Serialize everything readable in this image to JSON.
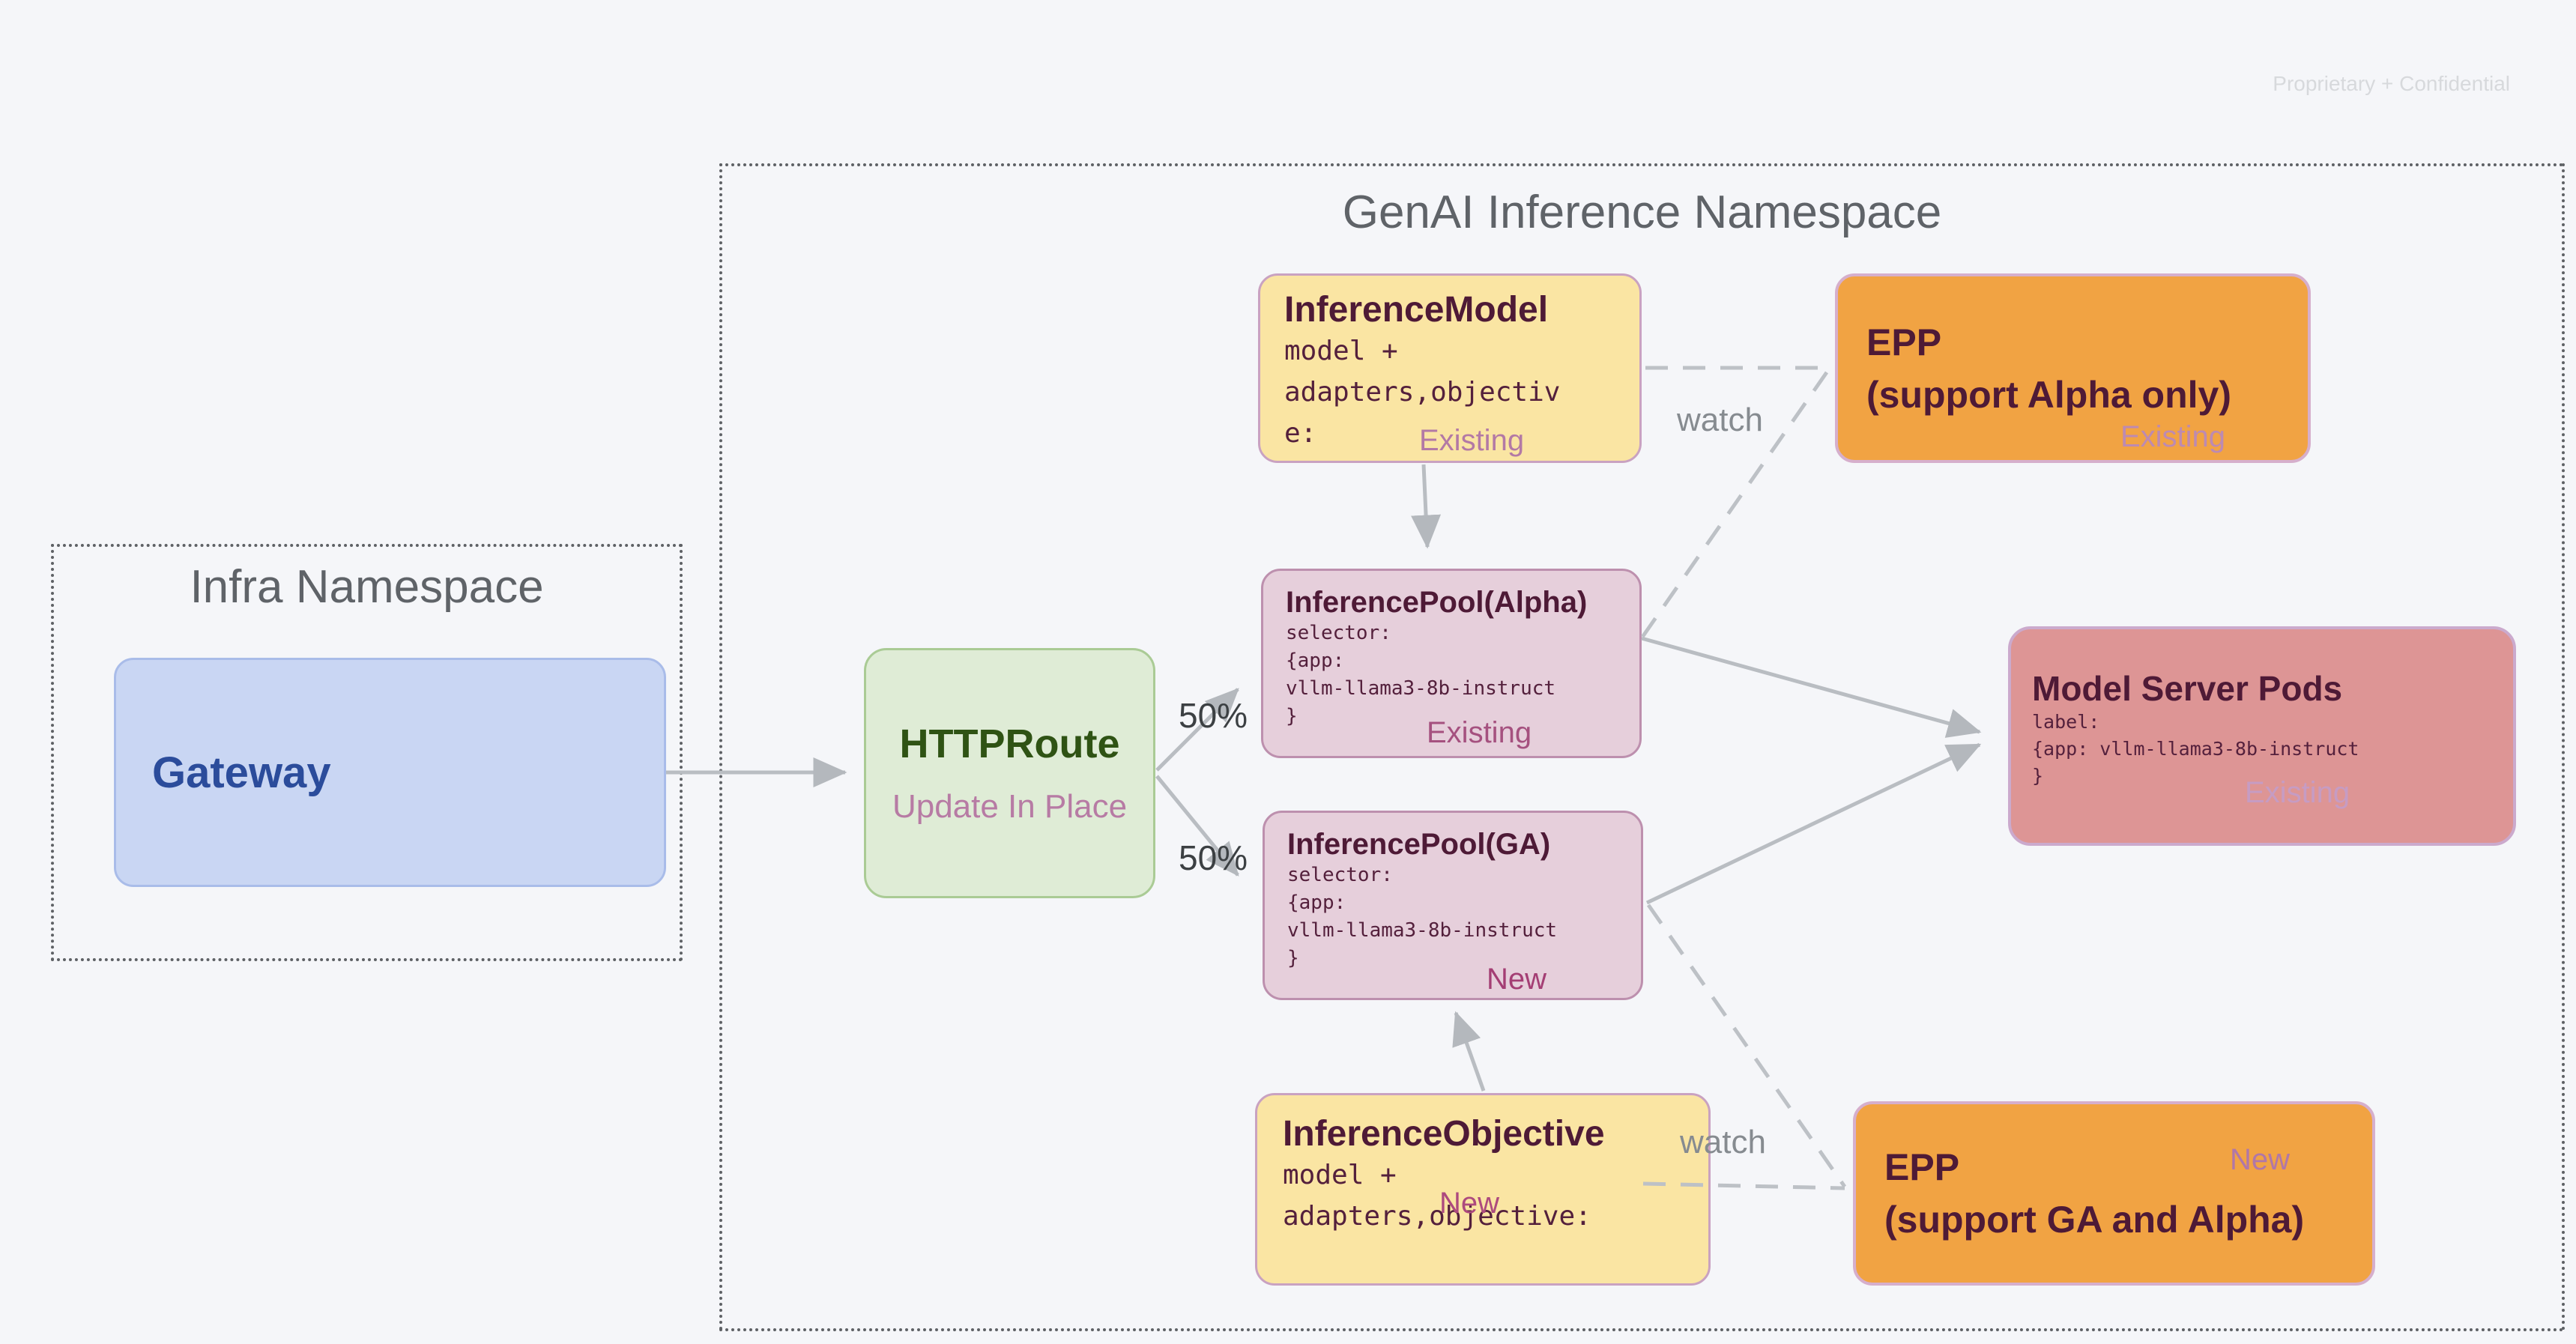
{
  "watermark": "Proprietary + Confidential",
  "namespaces": {
    "infra": {
      "title": "Infra Namespace"
    },
    "genai": {
      "title": "GenAI Inference Namespace"
    }
  },
  "nodes": {
    "gateway": {
      "title": "Gateway"
    },
    "httproute": {
      "title": "HTTPRoute",
      "subtitle": "Update In Place"
    },
    "inference_model": {
      "title": "InferenceModel",
      "code_lines": [
        "model +",
        "adapters,objectiv",
        "e:"
      ],
      "status": "Existing"
    },
    "epp_alpha": {
      "title": "EPP",
      "subtitle": "(support Alpha only)",
      "status": "Existing"
    },
    "pool_alpha": {
      "title": "InferencePool(Alpha)",
      "code_lines": [
        "selector:",
        "{app:",
        "vllm-llama3-8b-instruct",
        "}"
      ],
      "status": "Existing"
    },
    "pool_ga": {
      "title": "InferencePool(GA)",
      "code_lines": [
        "selector:",
        "{app:",
        "vllm-llama3-8b-instruct",
        "}"
      ],
      "status": "New"
    },
    "model_server_pods": {
      "title": "Model Server Pods",
      "code_lines": [
        "label:",
        "{app: vllm-llama3-8b-instruct",
        "}"
      ],
      "status": "Existing"
    },
    "inference_objective": {
      "title": "InferenceObjective",
      "code_line_1": "model +",
      "code_line_2": "adapters,objective:",
      "status": "New"
    },
    "epp_ga": {
      "title": "EPP",
      "subtitle": "(support GA and Alpha)",
      "status": "New"
    }
  },
  "edge_labels": {
    "split_top": "50%",
    "split_bottom": "50%",
    "watch_top": "watch",
    "watch_bottom": "watch"
  },
  "colors": {
    "background": "#F5F6F9",
    "node_yellow": "#FAE5A3",
    "node_orange": "#F1A343",
    "node_mauve": "#E6CFDB",
    "node_salmon": "#DD9595",
    "node_blue": "#C9D6F3",
    "node_green": "#DFECD6",
    "title_maroon": "#4E1A36",
    "status_pink": "#A5517F",
    "gateway_text": "#2B4C9B",
    "httproute_text": "#2F5314",
    "wire_gray": "#B9BDC2",
    "namespace_text": "#5F6368"
  }
}
